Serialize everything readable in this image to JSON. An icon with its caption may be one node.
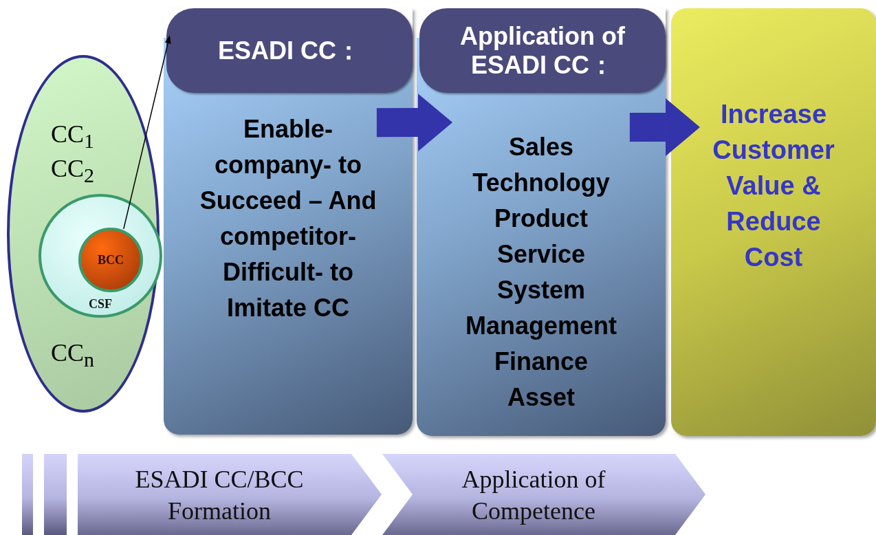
{
  "diagram": {
    "nodes": [
      {
        "text": [
          "CC$_{1}$",
          "CC$_{2}$",
          "CC$_{n}$"
        ]
      },
      {
        "text": [
          "CSF"
        ],
        "in": 0
      },
      {
        "text": [
          "BCC"
        ],
        "in": 1
      },
      {
        "text": [
          "ESADI CC：",
          "Enable- company- to Succeed – And competitor- Difficult- to Imitate CC"
        ]
      },
      {
        "text": [
          "Application of ESADI CC：",
          "Sales Technology Product Service System Management Finance Asset"
        ]
      },
      {
        "text": [
          "Increase Customer Value & Reduce Cost"
        ]
      },
      {
        "text": [],
        "shape": "bar"
      },
      {
        "text": [],
        "shape": "bar"
      },
      {
        "text": [
          "ESADI CC/BCC Formation"
        ]
      },
      {
        "text": [
          "Application of Competence"
        ]
      }
    ],
    "edges": [
      {
        "from": 2,
        "to": 3,
        "arrow": "to",
        "color": "#000000"
      },
      {
        "from": 3,
        "to": 4,
        "arrow": "to"
      },
      {
        "from": 4,
        "to": 5,
        "arrow": "to"
      }
    ]
  }
}
